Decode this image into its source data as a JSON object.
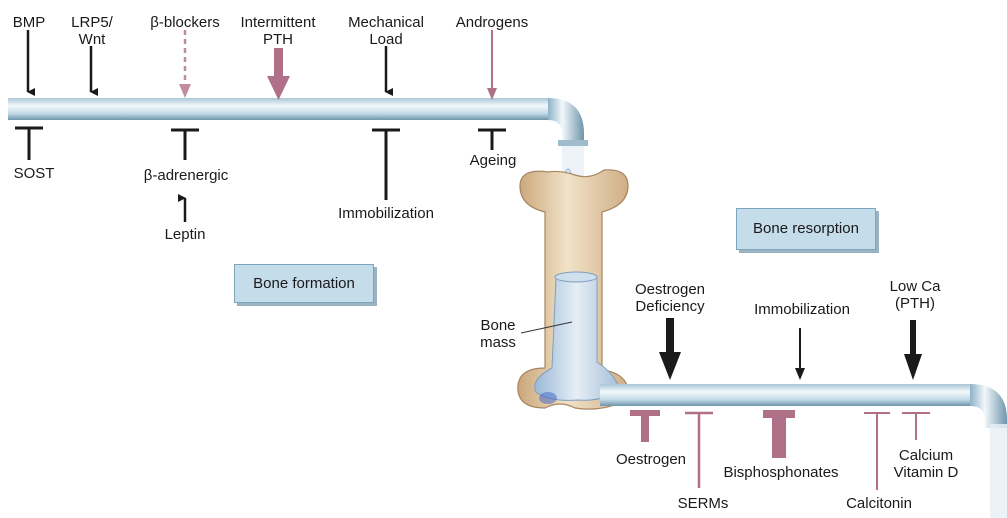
{
  "colors": {
    "stimulate": "#1a1a1a",
    "drug": "#b07088",
    "pipe": "#c3dbe8",
    "bone": "#e2c9a3",
    "box": "#c5dceb"
  },
  "top_inputs": {
    "bmp": "BMP",
    "lrp5": [
      "LRP5/",
      "Wnt"
    ],
    "beta_blockers": "β-blockers",
    "pth": [
      "Intermittent",
      "PTH"
    ],
    "load": [
      "Mechanical",
      "Load"
    ],
    "androgens": "Androgens"
  },
  "top_inhibitors": {
    "sost": "SOST",
    "beta_adrenergic": "β-adrenergic",
    "leptin": "Leptin",
    "immobilization": "Immobilization",
    "ageing": "Ageing"
  },
  "boxes": {
    "formation": "Bone formation",
    "resorption": "Bone resorption"
  },
  "bone_mass": [
    "Bone",
    "mass"
  ],
  "bottom_inputs": {
    "oestrogen_def": [
      "Oestrogen",
      "Deficiency"
    ],
    "immobilization": "Immobilization",
    "low_ca": [
      "Low Ca",
      "(PTH)"
    ]
  },
  "bottom_inhibitors": {
    "oestrogen": "Oestrogen",
    "serms": "SERMs",
    "bisphosphonates": "Bisphosphonates",
    "calcitonin": "Calcitonin",
    "calcium_vitd": [
      "Calcium",
      "Vitamin D"
    ]
  }
}
